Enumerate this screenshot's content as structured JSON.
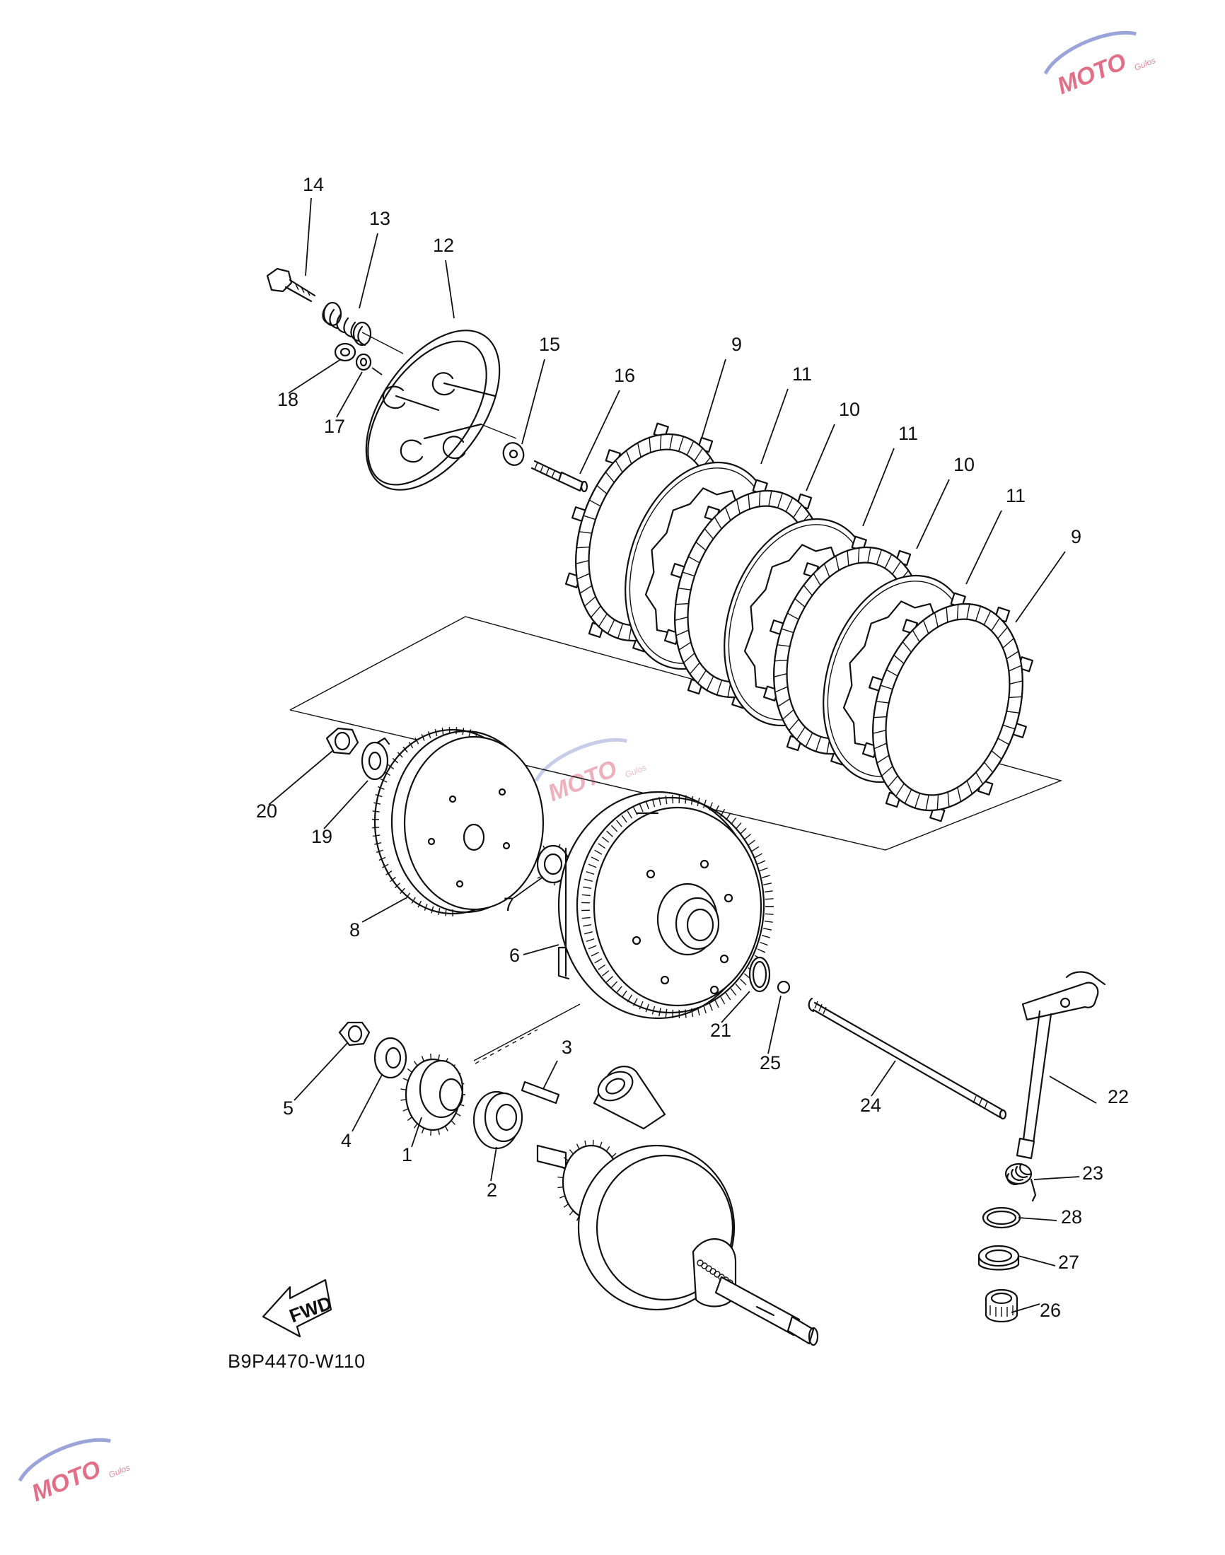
{
  "diagram": {
    "code": "B9P4470-W110",
    "fwd_label": "FWD",
    "watermark": {
      "brand": "MOTO",
      "sub": "Gulos"
    },
    "callouts": [
      "1",
      "2",
      "3",
      "4",
      "5",
      "6",
      "7",
      "8",
      "9",
      "9",
      "10",
      "10",
      "11",
      "11",
      "11",
      "12",
      "13",
      "14",
      "15",
      "16",
      "17",
      "18",
      "19",
      "20",
      "21",
      "22",
      "23",
      "24",
      "25",
      "26",
      "27",
      "28"
    ]
  }
}
